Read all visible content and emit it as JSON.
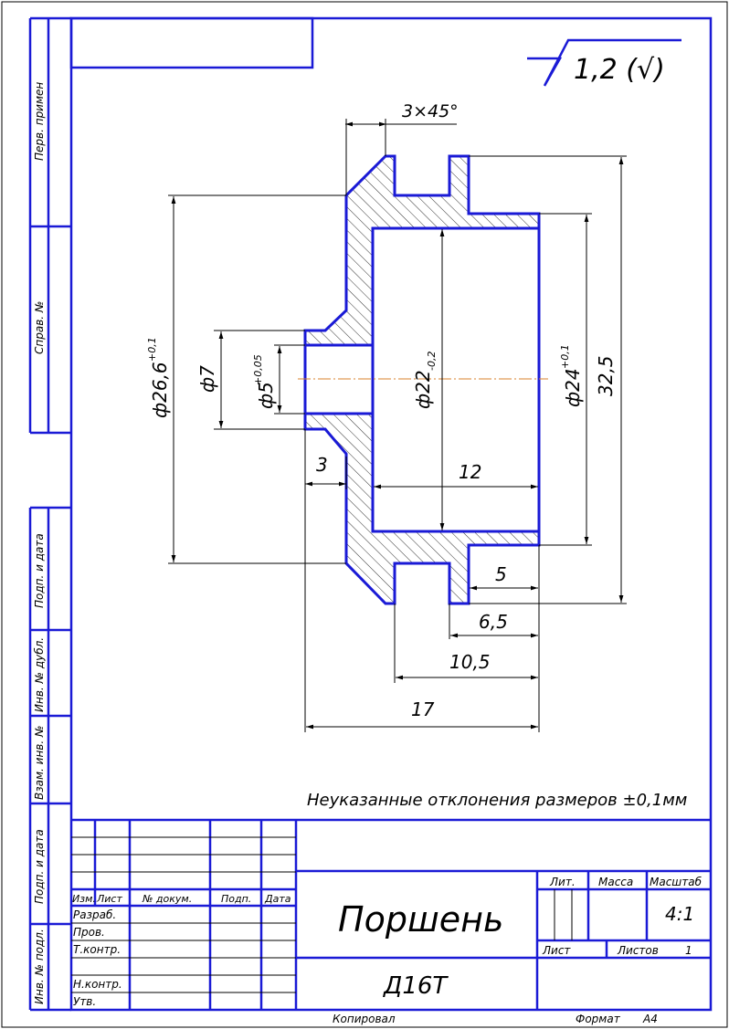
{
  "side_labels": {
    "perv_primen": "Перв. примен",
    "sprav_no": "Справ. №",
    "podp_data_1": "Подп. и дата",
    "inv_no_dubl": "Инв. № дубл.",
    "vzam_inv_no": "Взам. инв. №",
    "podp_data_2": "Подп. и дата",
    "inv_no_podl": "Инв. № подл."
  },
  "roughness": "1,2 (√)",
  "dimensions": {
    "chamfer": "3×45°",
    "d26": "ф26,6",
    "d26_tol": "+0,1",
    "d7": "ф7",
    "d5": "ф5",
    "d5_tol": "+0,05",
    "d22": "ф22",
    "d22_tol": "-0,2",
    "d24": "ф24",
    "d24_tol": "+0,1",
    "h32": "32,5",
    "w3": "3",
    "w12": "12",
    "w5": "5",
    "w65": "6,5",
    "w105": "10,5",
    "w17": "17"
  },
  "note": "Неуказанные отклонения размеров ±0,1мм",
  "title_block": {
    "izm": "Изм.",
    "list": "Лист",
    "doc_no": "№ докум.",
    "podp": "Подп.",
    "data": "Дата",
    "razrab": "Разраб.",
    "prov": "Пров.",
    "tkontr": "Т.контр.",
    "nkontr": "Н.контр.",
    "utv": "Утв.",
    "part_name": "Поршень",
    "material": "Д16Т",
    "lit": "Лит.",
    "massa": "Масса",
    "masshtab": "Масштаб",
    "scale_value": "4:1",
    "list_label": "Лист",
    "listov_label": "Листов",
    "listov_value": "1"
  },
  "footer": {
    "kopiroval": "Копировал",
    "format": "Формат",
    "format_value": "А4"
  }
}
